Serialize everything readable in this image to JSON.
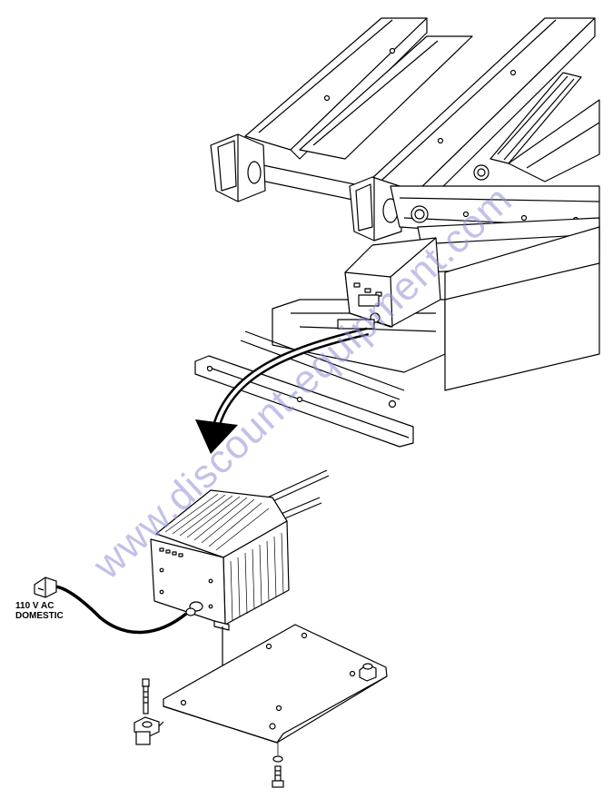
{
  "label": {
    "line1": "110 V AC",
    "line2": "DOMESTIC"
  },
  "watermark": "www.discount-equipment.com",
  "colors": {
    "line": "#000000",
    "watermark": "#8f8fd6",
    "background": "#ffffff"
  }
}
